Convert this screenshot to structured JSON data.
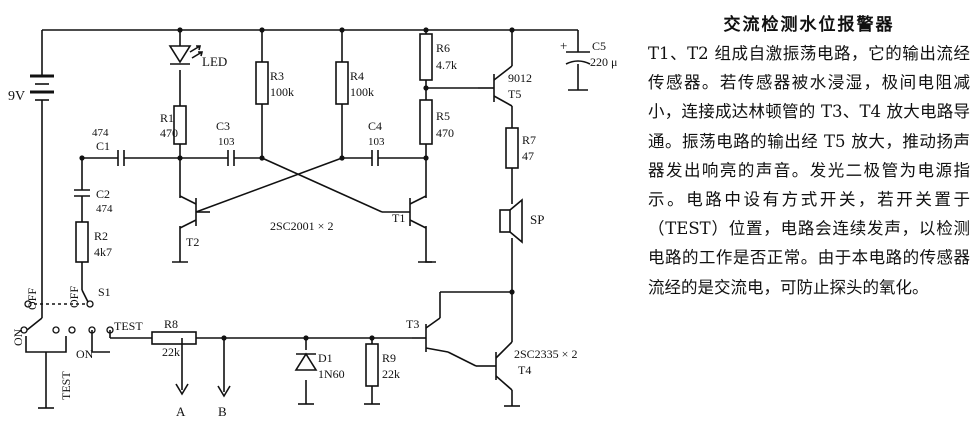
{
  "description": {
    "title": "交流检测水位报警器",
    "body": "T1、T2 组成自激振荡电路，它的输出流经传感器。若传感器被水浸湿，极间电阻减小，连接成达林顿管的 T3、T4 放大电路导通。振荡电路的输出经 T5 放大，推动扬声器发出响亮的声音。发光二极管为电源指示。电路中设有方式开关，若开关置于（TEST）位置，电路会连续发声，以检测电路的工作是否正常。由于本电路的传感器流经的是交流电，可防止探头的氧化。"
  },
  "schematic": {
    "battery": "9V",
    "led": "LED",
    "r1": {
      "name": "R1",
      "value": "470"
    },
    "r2": {
      "name": "R2",
      "value": "4k7"
    },
    "r3": {
      "name": "R3",
      "value": "100k"
    },
    "r4": {
      "name": "R4",
      "value": "100k"
    },
    "r5": {
      "name": "R5",
      "value": "470"
    },
    "r6": {
      "name": "R6",
      "value": "4.7k"
    },
    "r7": {
      "name": "R7",
      "value": "47"
    },
    "r8": {
      "name": "R8",
      "value": "22k"
    },
    "r9": {
      "name": "R9",
      "value": "22k"
    },
    "c1": {
      "name": "C1",
      "value": "474"
    },
    "c2": {
      "name": "C2",
      "value": "474"
    },
    "c3": {
      "name": "C3",
      "value": "103"
    },
    "c4": {
      "name": "C4",
      "value": "103"
    },
    "c5": {
      "name": "C5",
      "value": "220 μ"
    },
    "d1": {
      "name": "D1",
      "value": "1N60"
    },
    "t1": "T1",
    "t2": "T2",
    "t3": "T3",
    "t4": "T4",
    "t5": "T5",
    "t5_type": "9012",
    "t12_type": "2SC2001 × 2",
    "t34_type": "2SC2335 × 2",
    "speaker": "SP",
    "switch": "S1",
    "pos_off_left": "OFF",
    "pos_off_right": "OFF",
    "pos_on_left": "ON",
    "pos_on_right": "ON",
    "pos_test_left": "TEST",
    "pos_test_right": "TEST",
    "probe_a": "A",
    "probe_b": "B"
  }
}
